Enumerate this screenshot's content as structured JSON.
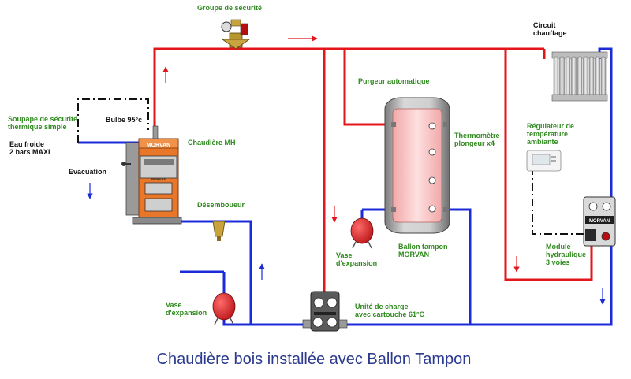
{
  "colors": {
    "hot_pipe": "#e3161b",
    "cold_pipe": "#1b2bd8",
    "control_line": "#111111",
    "boiler_body": "#e8772a",
    "tank_fill": "#f7c4c4",
    "vessel": "#d4161a",
    "label_green": "#2f8a1e",
    "caption": "#2b3a8f"
  },
  "labels": {
    "groupe_securite": "Groupe de sécurité",
    "circuit_chauffage": [
      "Circuit",
      "chauffage"
    ],
    "purgeur": "Purgeur automatique",
    "soupape": [
      "Soupape de sécurité",
      "thermique simple"
    ],
    "bulbe": "Bulbe 95°c",
    "chaudiere": "Chaudière MH",
    "eau_froide": [
      "Eau froide",
      "2 bars MAXI"
    ],
    "evacuation": "Evacuation",
    "thermometre": [
      "Thermomètre",
      "plongeur x4"
    ],
    "regulateur": [
      "Régulateur de",
      "température",
      "ambiante"
    ],
    "desemboueur": "Désemboueur",
    "vase_expansion_1": [
      "Vase",
      "d'expansion"
    ],
    "ballon": [
      "Ballon tampon",
      "MORVAN"
    ],
    "module": [
      "Module",
      "hydraulique",
      "3 voies"
    ],
    "vase_expansion_2": [
      "Vase",
      "d'expansion"
    ],
    "unite_charge": [
      "Unité de charge",
      "avec cartouche 61°C"
    ]
  },
  "brand": {
    "boiler_top": "MORVAN",
    "boiler_door": "MORVAN",
    "module": "MORVAN"
  },
  "caption": "Chaudière bois installée avec Ballon Tampon"
}
